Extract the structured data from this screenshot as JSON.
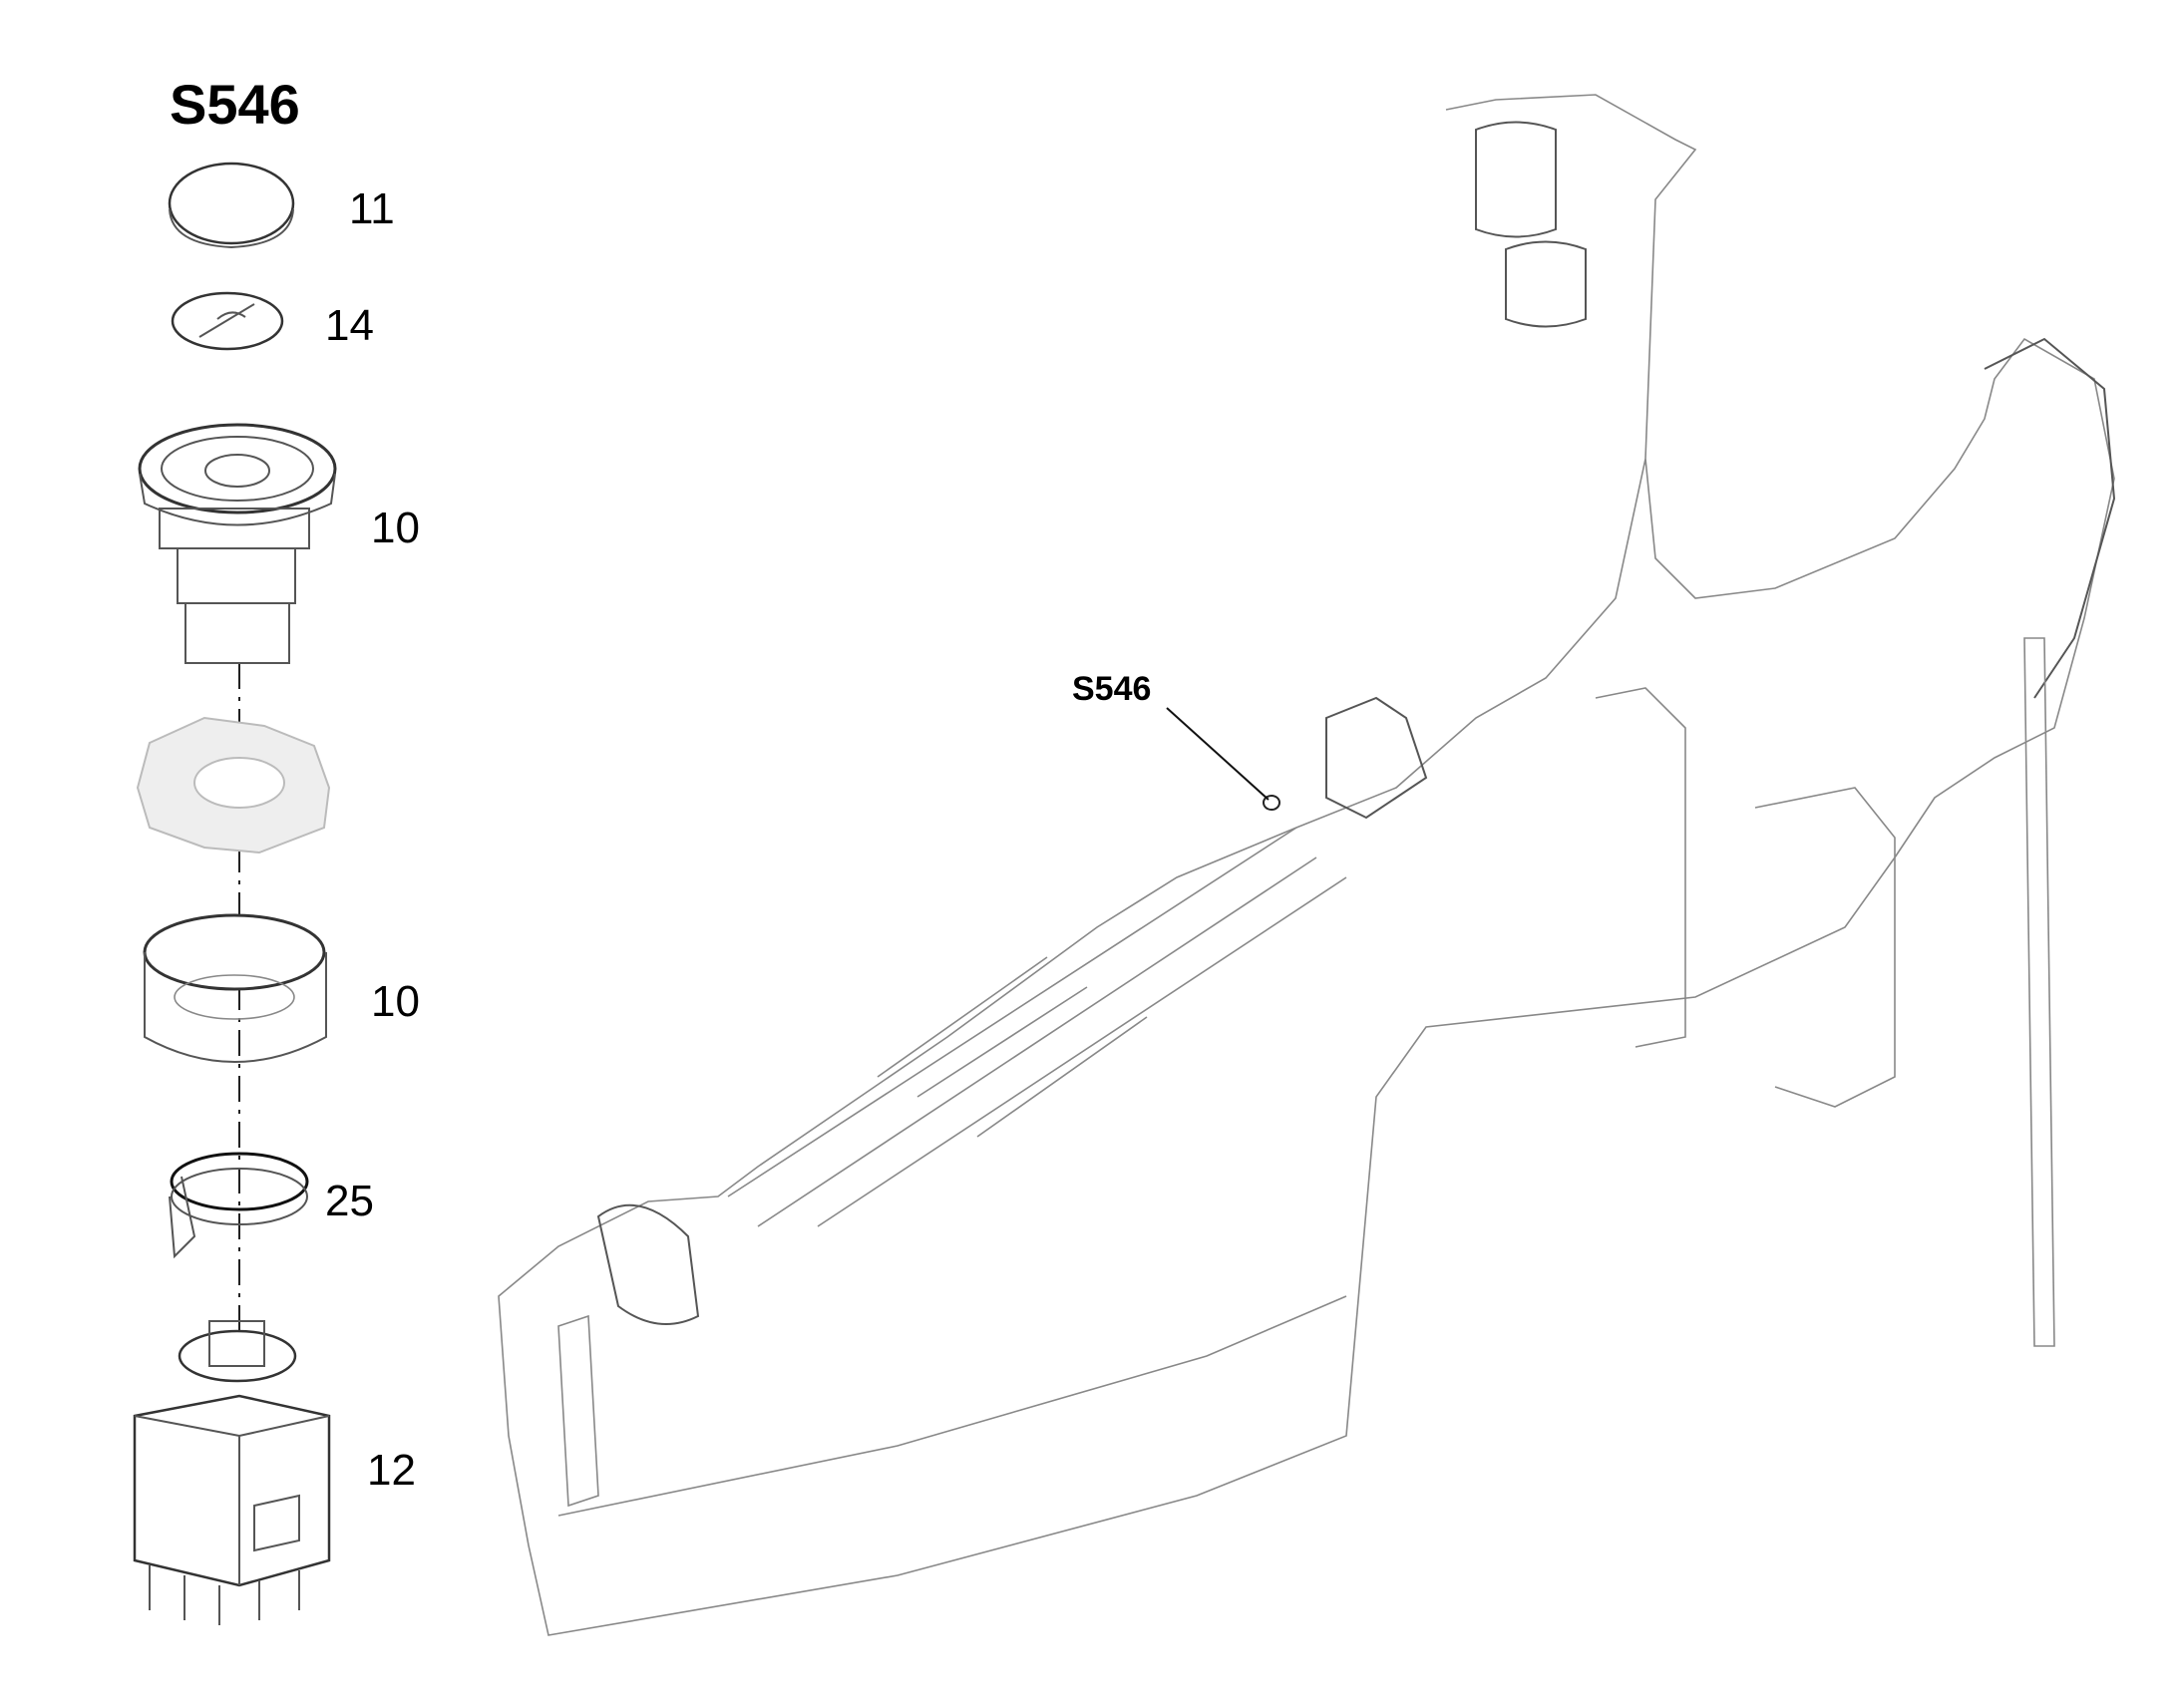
{
  "title": "S546",
  "callout": {
    "label": "S546"
  },
  "parts": [
    {
      "name": "cap",
      "number": "11"
    },
    {
      "name": "lens-insert",
      "number": "14"
    },
    {
      "name": "button-actuator",
      "number": "10"
    },
    {
      "name": "ring-collar",
      "number": "10"
    },
    {
      "name": "hose-clamp",
      "number": "25"
    },
    {
      "name": "switch-block",
      "number": "12"
    }
  ],
  "colors": {
    "line": "#555555",
    "ghost": "#e9e9e9",
    "text": "#000000"
  }
}
